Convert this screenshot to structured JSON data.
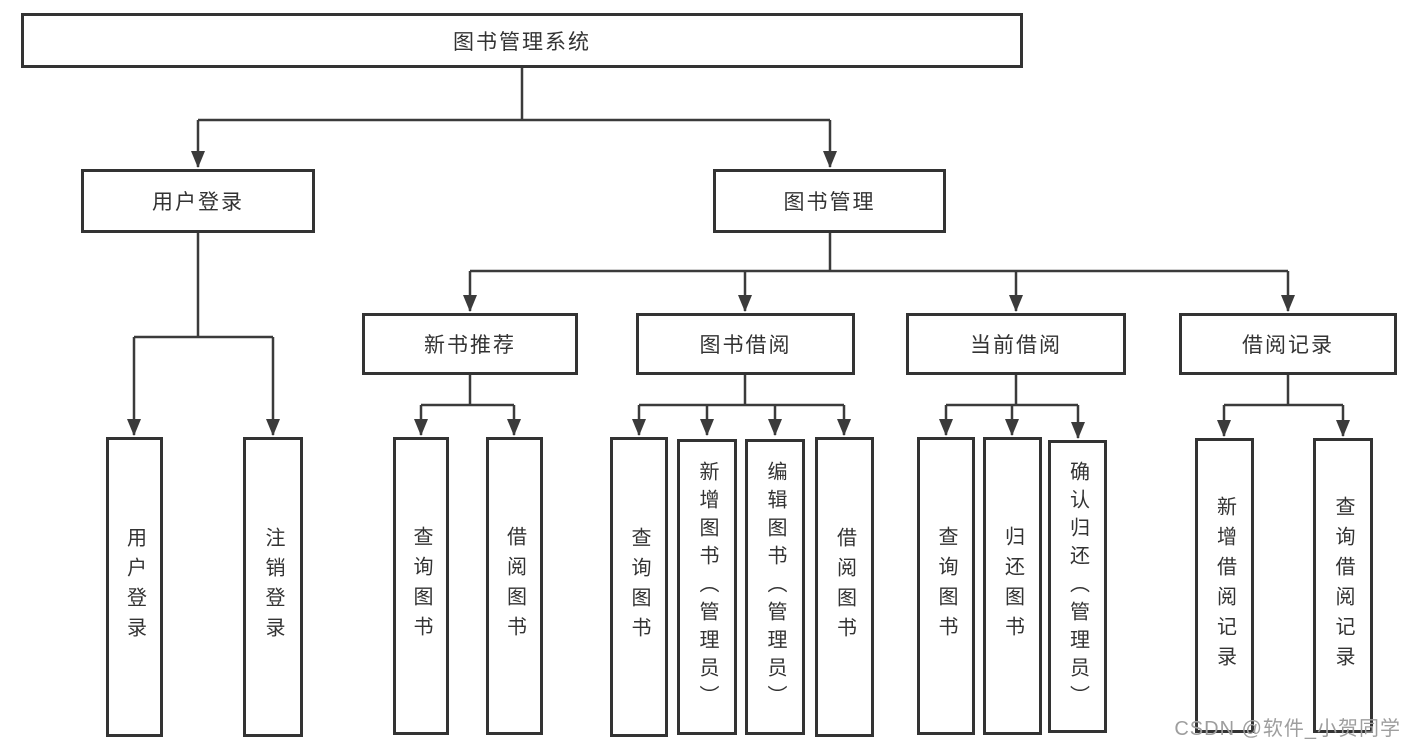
{
  "diagram": {
    "title": "图书管理系统",
    "nodes": {
      "root": "图书管理系统",
      "user_login": "用户登录",
      "book_mgmt": "图书管理",
      "new_book_rec": "新书推荐",
      "book_borrow": "图书借阅",
      "current_borrow": "当前借阅",
      "borrow_record": "借阅记录",
      "ul_user_login": "用户登录",
      "ul_logout": "注销登录",
      "nb_query_book": "查询图书",
      "nb_borrow_book": "借阅图书",
      "bb_query_book": "查询图书",
      "bb_add_book": "新增图书（管理员）",
      "bb_edit_book": "编辑图书（管理员）",
      "bb_borrow_book": "借阅图书",
      "cb_query_book": "查询图书",
      "cb_return_book": "归还图书",
      "cb_confirm_return": "确认归还（管理员）",
      "br_add_record": "新增借阅记录",
      "br_query_record": "查询借阅记录"
    },
    "colors": {
      "line": "#3b3b3b",
      "border": "#333333",
      "text": "#333333",
      "watermark": "#9e9e9e"
    }
  },
  "watermark": "CSDN @软件_小贺同学"
}
